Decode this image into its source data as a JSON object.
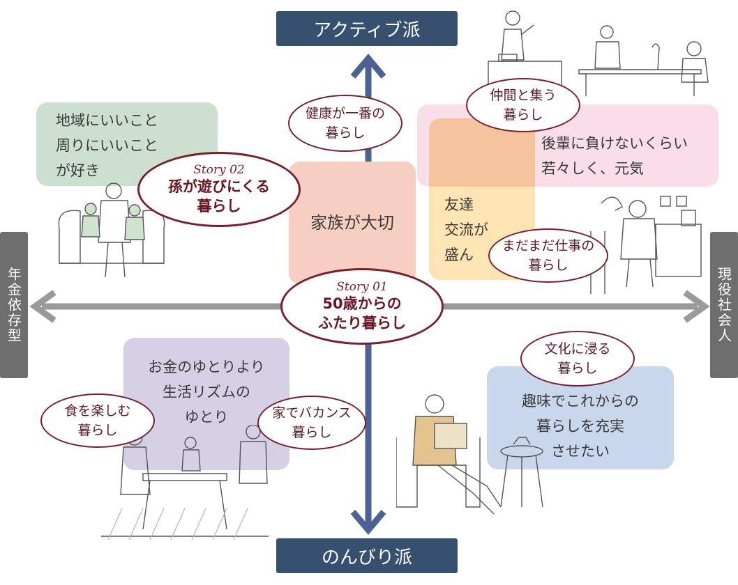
{
  "axes": {
    "top": "アクティブ派",
    "bottom": "のんびり派",
    "left": "年金依存型",
    "right": "現役社会人"
  },
  "boxes": {
    "community": [
      "地域にいいこと",
      "周りにいいこと",
      "が好き"
    ],
    "family": "家族が大切",
    "young": [
      "後輩に負けないくらい",
      "若々しく、元気"
    ],
    "friends": [
      "友達",
      "交流が",
      "盛ん"
    ],
    "money": [
      "お金のゆとりより",
      "生活リズムの",
      "ゆとり"
    ],
    "hobby": [
      "趣味でこれからの",
      "暮らしを充実",
      "させたい"
    ]
  },
  "bubbles": {
    "health": [
      "健康が一番の",
      "暮らし"
    ],
    "nakama": [
      "仲間と集う",
      "暮らし"
    ],
    "work": [
      "まだまだ仕事の",
      "暮らし"
    ],
    "food": [
      "食を楽しむ",
      "暮らし"
    ],
    "vacance": [
      "家でバカンス",
      "暮らし"
    ],
    "culture": [
      "文化に浸る",
      "暮らし"
    ]
  },
  "stories": {
    "story1": {
      "tag": "Story 01",
      "lines": [
        "50歳からの",
        "ふたり暮らし"
      ]
    },
    "story2": {
      "tag": "Story 02",
      "lines": [
        "孫が遊びにくる",
        "暮らし"
      ]
    }
  },
  "colors": {
    "axis_label": "#37506f",
    "side_label": "#6e6e6e",
    "arrow_vertical": "#4a6394",
    "arrow_horizontal": "#9a9a9a",
    "bubble_border": "#7a1f2b"
  }
}
